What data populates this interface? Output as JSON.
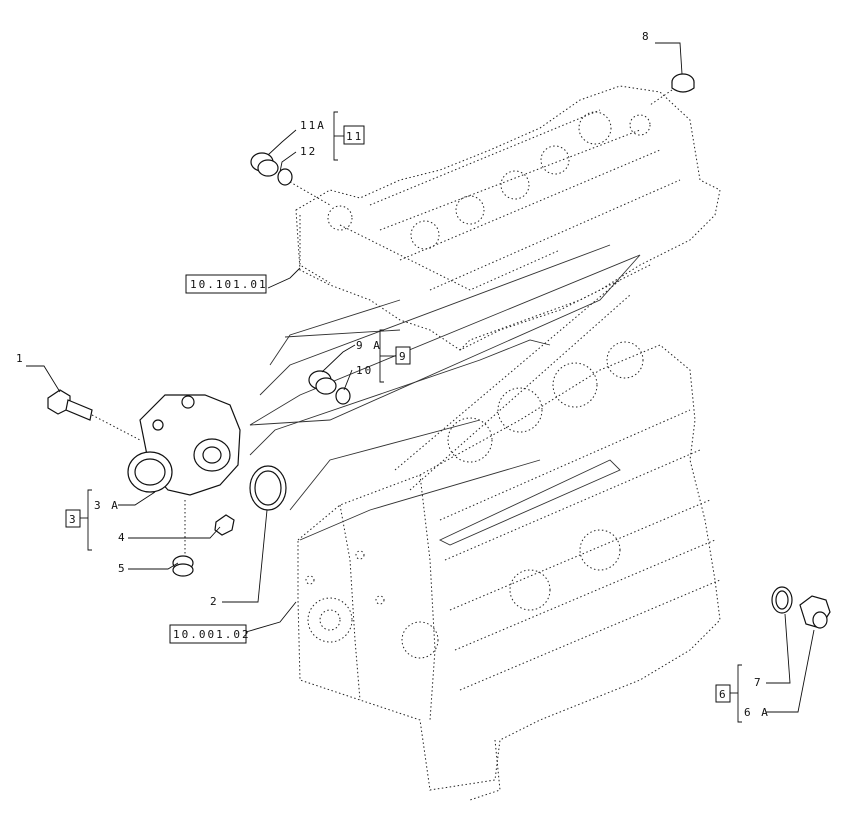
{
  "callouts": {
    "c1": "1",
    "c2": "2",
    "c3": "3",
    "c3a": "3 A",
    "c4": "4",
    "c5": "5",
    "c6": "6",
    "c6a": "6 A",
    "c7": "7",
    "c8": "8",
    "c9": "9",
    "c9a": "9 A",
    "c10": "10",
    "c11": "11",
    "c11a": "11A",
    "c12": "12"
  },
  "refs": {
    "head_ref": "10.101.01",
    "block_ref": "10.001.02"
  }
}
